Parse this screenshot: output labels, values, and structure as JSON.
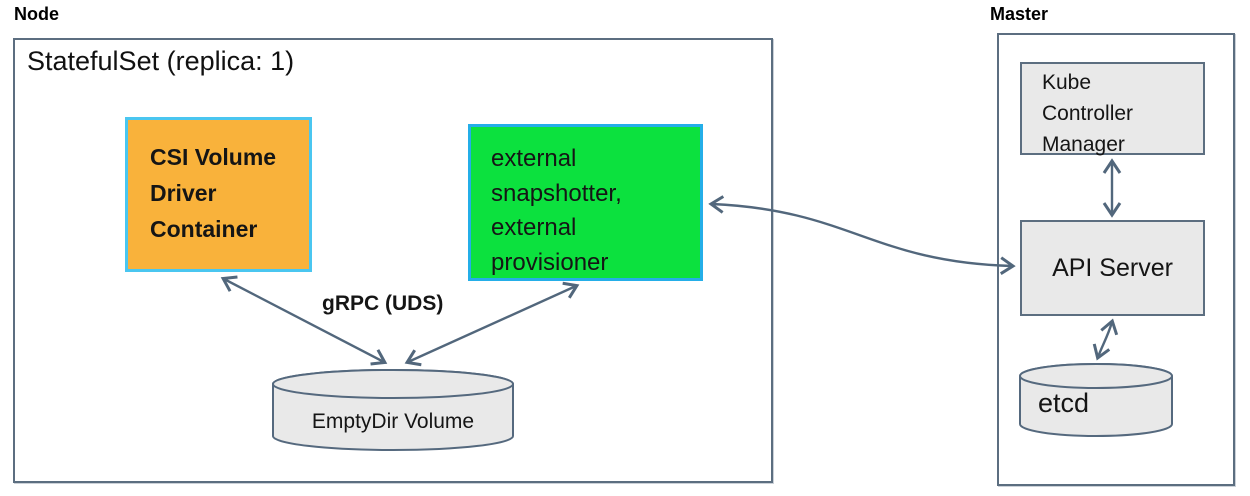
{
  "diagram": {
    "node": {
      "label": "Node",
      "statefulset_label": "StatefulSet (replica: 1)",
      "csi_container_label": "CSI Volume Driver Container",
      "sidecar_label": "external snapshotter, external provisioner",
      "grpc_label": "gRPC (UDS)",
      "emptydir_label": "EmptyDir Volume"
    },
    "master": {
      "label": "Master",
      "kcm_label": "Kube Controller Manager",
      "api_server_label": "API Server",
      "etcd_label": "etcd"
    },
    "edges": [
      {
        "from": "CSI Volume Driver Container",
        "to": "EmptyDir Volume",
        "label": "gRPC (UDS)",
        "bidirectional": true
      },
      {
        "from": "external snapshotter, external provisioner",
        "to": "EmptyDir Volume",
        "label": "gRPC (UDS)",
        "bidirectional": true
      },
      {
        "from": "external snapshotter, external provisioner",
        "to": "API Server",
        "label": "",
        "bidirectional": true
      },
      {
        "from": "Kube Controller Manager",
        "to": "API Server",
        "label": "",
        "bidirectional": true
      },
      {
        "from": "API Server",
        "to": "etcd",
        "label": "",
        "bidirectional": true
      }
    ],
    "colors": {
      "csi_fill": "#f9b23b",
      "csi_border": "#4ac6f0",
      "sidecar_fill": "#0ce13e",
      "sidecar_border": "#24aee8",
      "cylinder_fill": "#e9e9e9",
      "box_fill": "#e9e9e9",
      "box_border": "#5c6e80",
      "arrow": "#52677c",
      "text": "#151515"
    }
  }
}
